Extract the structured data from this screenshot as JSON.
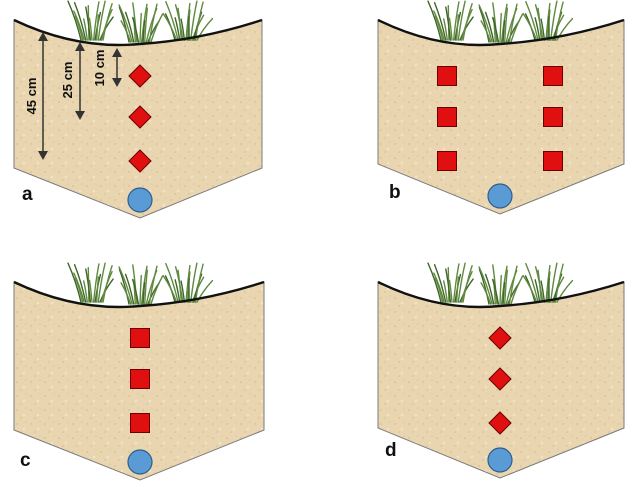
{
  "colors": {
    "soil": "#e9d6b1",
    "soil_edge": "#7a7a7a",
    "surface": "#111111",
    "grass": "#5f8a3e",
    "grass_dark": "#3e6428",
    "sensor": "#e01010",
    "sensor_edge": "#6b0000",
    "drip": "#5b9bd5",
    "drip_edge": "#2f5f8e",
    "arrow": "#333333"
  },
  "depth_labels": [
    "45 cm",
    "25 cm",
    "10 cm"
  ],
  "panels": [
    {
      "letter": "a",
      "sensor_shape": "diamond",
      "sensor_columns": 1,
      "drip_emitter": true
    },
    {
      "letter": "b",
      "sensor_shape": "square",
      "sensor_columns": 2,
      "drip_emitter": true
    },
    {
      "letter": "c",
      "sensor_shape": "square",
      "sensor_columns": 1,
      "drip_emitter": true
    },
    {
      "letter": "d",
      "sensor_shape": "diamond",
      "sensor_columns": 1,
      "drip_emitter": true
    }
  ]
}
